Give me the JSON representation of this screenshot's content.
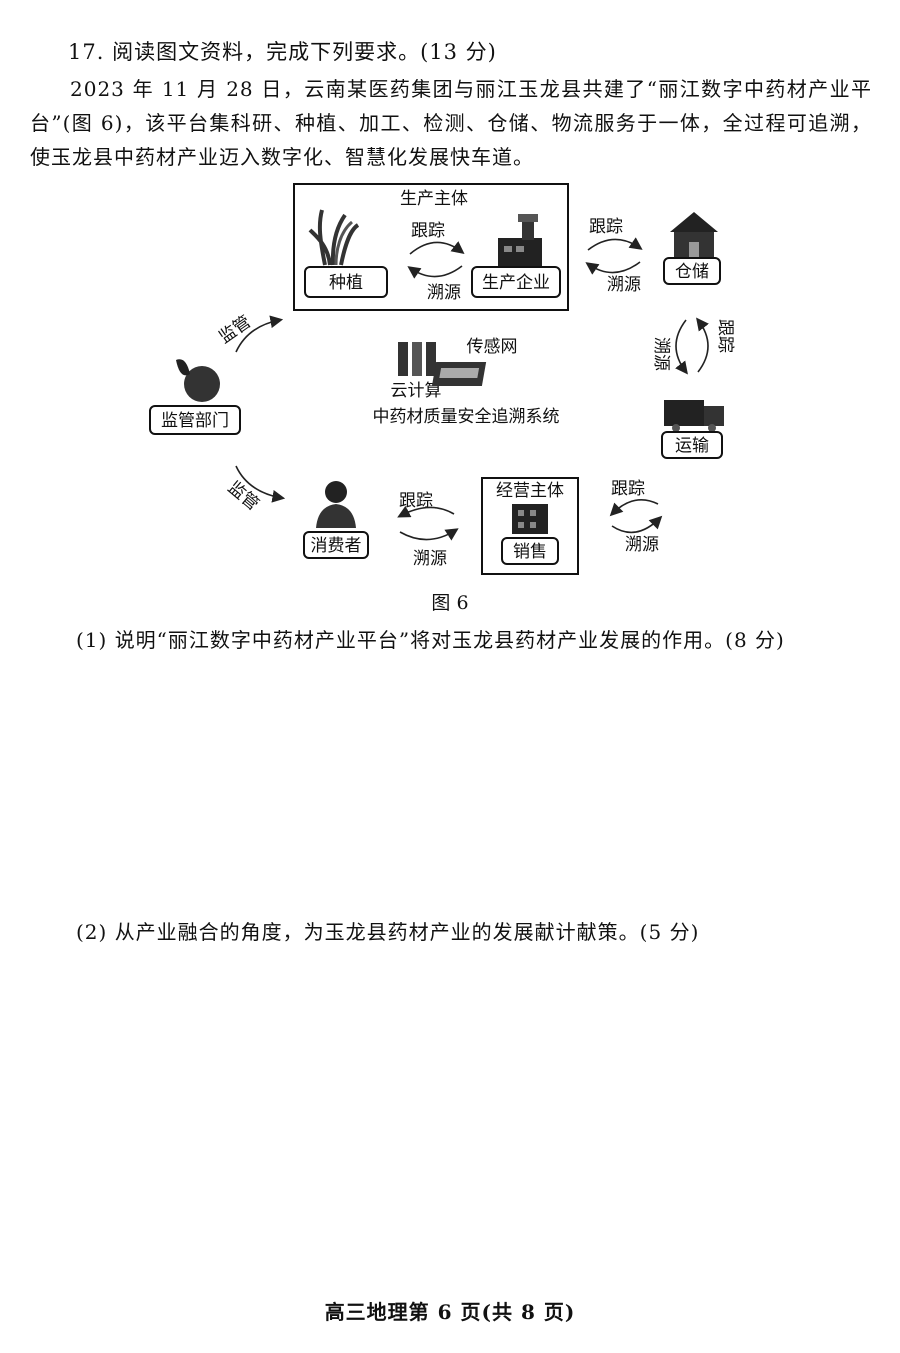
{
  "question": {
    "title": "17. 阅读图文资料，完成下列要求。(13 分)",
    "intro": "2023 年 11 月 28 日，云南某医药集团与丽江玉龙县共建了“丽江数字中药材产业平台”(图 6)，该平台集科研、种植、加工、检测、仓储、物流服务于一体，全过程可追溯，使玉龙县中药材产业迈入数字化、智慧化发展快车道。"
  },
  "diagram": {
    "production_group": "生产主体",
    "planting": "种植",
    "enterprise": "生产企业",
    "storage": "仓储",
    "transport": "运输",
    "business_group": "经营主体",
    "sales": "销售",
    "consumer": "消费者",
    "regulator": "监管部门",
    "cloud": "云计算",
    "sensor": "传感网",
    "system": "中药材质量安全追溯系统",
    "track": "跟踪",
    "trace": "溯源",
    "supervise": "监管",
    "caption": "图 6"
  },
  "subquestions": [
    "(1) 说明“丽江数字中药材产业平台”将对玉龙县药材产业发展的作用。(8 分)",
    "(2) 从产业融合的角度，为玉龙县药材产业的发展献计献策。(5 分)"
  ],
  "footer": "高三地理第 6 页(共 8 页)"
}
